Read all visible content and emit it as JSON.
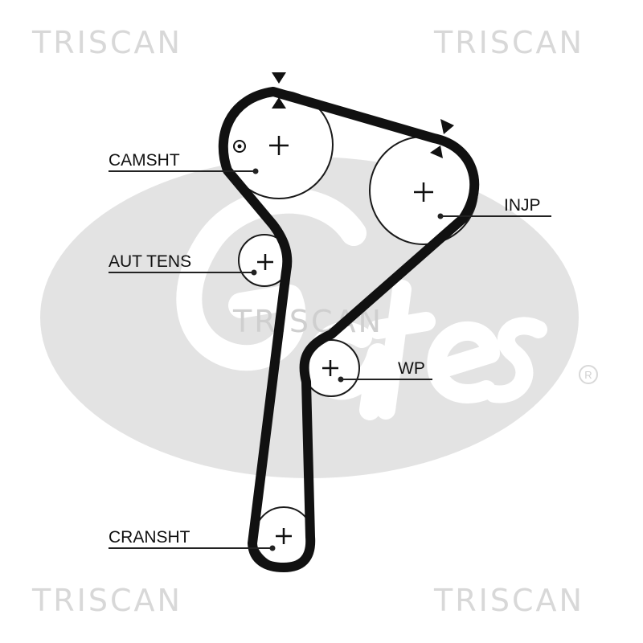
{
  "watermark": {
    "text": "TRISCAN",
    "color": "#dcdcdc"
  },
  "brand_logo": {
    "lettering": "Gates",
    "registered_mark": "®",
    "color": "#e2e2e2"
  },
  "diagram": {
    "belt_color": "#111111",
    "pulley_color": "#1a1a1a",
    "pulleys": {
      "camshaft": {
        "label": "CAMSHT"
      },
      "injection_pump": {
        "label": "INJP"
      },
      "auto_tensioner": {
        "label": "AUT TENS"
      },
      "water_pump": {
        "label": "WP"
      },
      "crankshaft": {
        "label": "CRANSHT"
      }
    }
  }
}
